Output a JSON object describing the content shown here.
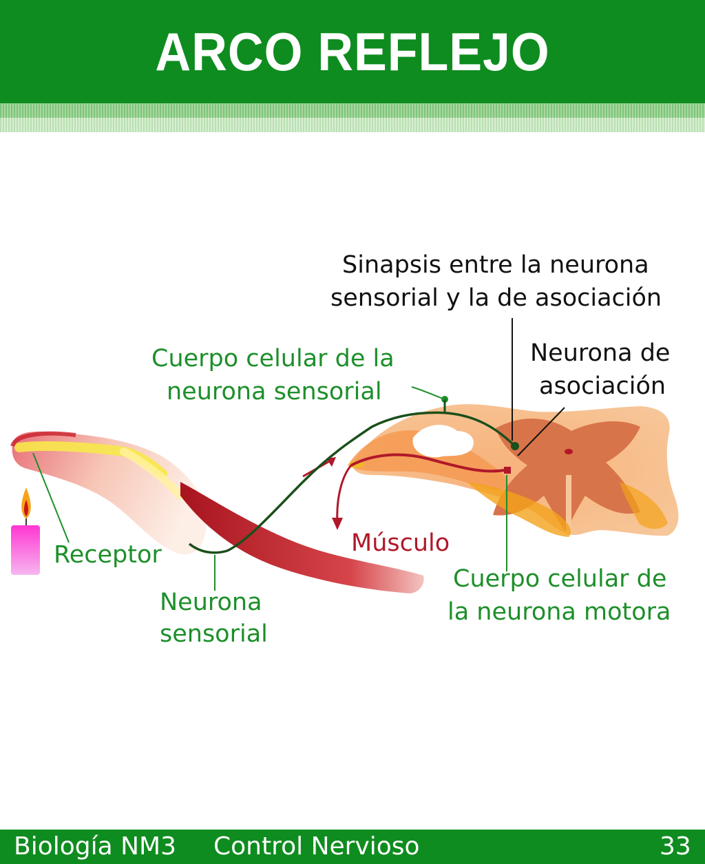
{
  "header": {
    "title": "ARCO REFLEJO"
  },
  "labels": {
    "synapse_line1": "Sinapsis entre la neurona",
    "synapse_line2": "sensorial y la de asociación",
    "sensory_body_line1": "Cuerpo celular de la",
    "sensory_body_line2": "neurona sensorial",
    "association_line1": "Neurona de",
    "association_line2": "asociación",
    "receptor": "Receptor",
    "muscle": "Músculo",
    "sensory_neuron_line1": "Neurona",
    "sensory_neuron_line2": "sensorial",
    "motor_body_line1": "Cuerpo celular de",
    "motor_body_line2": "la neurona motora"
  },
  "footer": {
    "subject": "Biología NM3",
    "topic": "Control Nervioso",
    "page": "33"
  },
  "colors": {
    "header_green": "#0f8c1f",
    "label_green": "#1d8f2a",
    "muscle_red": "#b0182a",
    "spinal_cord_orange": "#f4a868"
  }
}
